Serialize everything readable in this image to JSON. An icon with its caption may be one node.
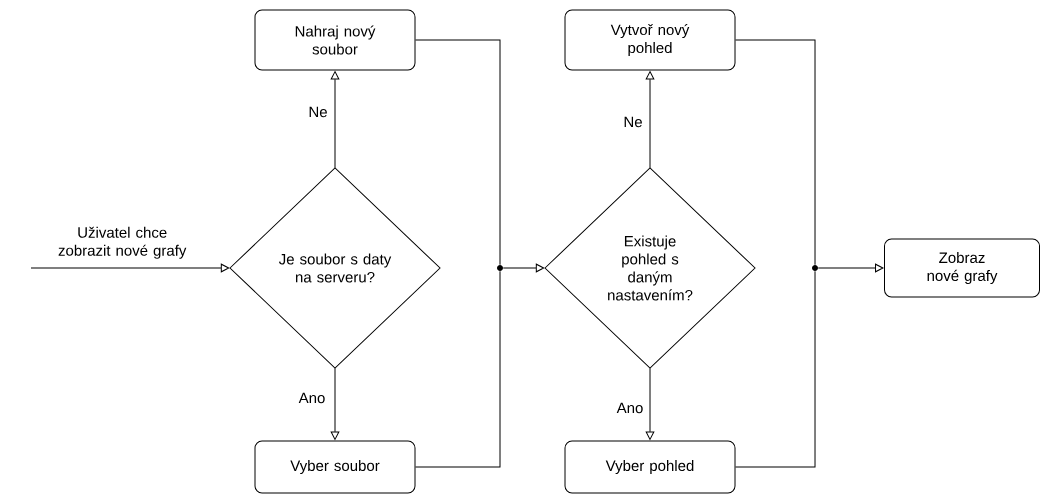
{
  "diagram": {
    "nodes": [
      {
        "text": [
          "Uživatel chce zobrazit nové grafy"
        ]
      },
      {
        "text": [
          "Je soubor s daty na serveru?"
        ]
      },
      {
        "text": [
          "Nahraj nový soubor"
        ]
      },
      {
        "text": [
          "Vyber soubor"
        ]
      },
      {
        "text": [],
        "shape": "circle"
      },
      {
        "text": [
          "Existuje pohled s daným nastavením?"
        ]
      },
      {
        "text": [
          "Vytvoř nový pohled"
        ]
      },
      {
        "text": [
          "Vyber pohled"
        ]
      },
      {
        "text": [],
        "shape": "circle"
      },
      {
        "text": [
          "Zobraz nové grafy"
        ]
      }
    ],
    "edges": [
      {
        "from": 0,
        "to": 1,
        "arrow": "to"
      },
      {
        "from": 1,
        "to": 2,
        "arrow": "to",
        "label": "Ne"
      },
      {
        "from": 1,
        "to": 3,
        "arrow": "to",
        "label": "Ano"
      },
      {
        "from": 2,
        "to": 4,
        "arrow": "none"
      },
      {
        "from": 3,
        "to": 4,
        "arrow": "none"
      },
      {
        "from": 4,
        "to": 5,
        "arrow": "to"
      },
      {
        "from": 5,
        "to": 6,
        "arrow": "to",
        "label": "Ne"
      },
      {
        "from": 5,
        "to": 7,
        "arrow": "to",
        "label": "Ano"
      },
      {
        "from": 6,
        "to": 8,
        "arrow": "none"
      },
      {
        "from": 7,
        "to": 8,
        "arrow": "none"
      },
      {
        "from": 8,
        "to": 9,
        "arrow": "to"
      }
    ]
  }
}
